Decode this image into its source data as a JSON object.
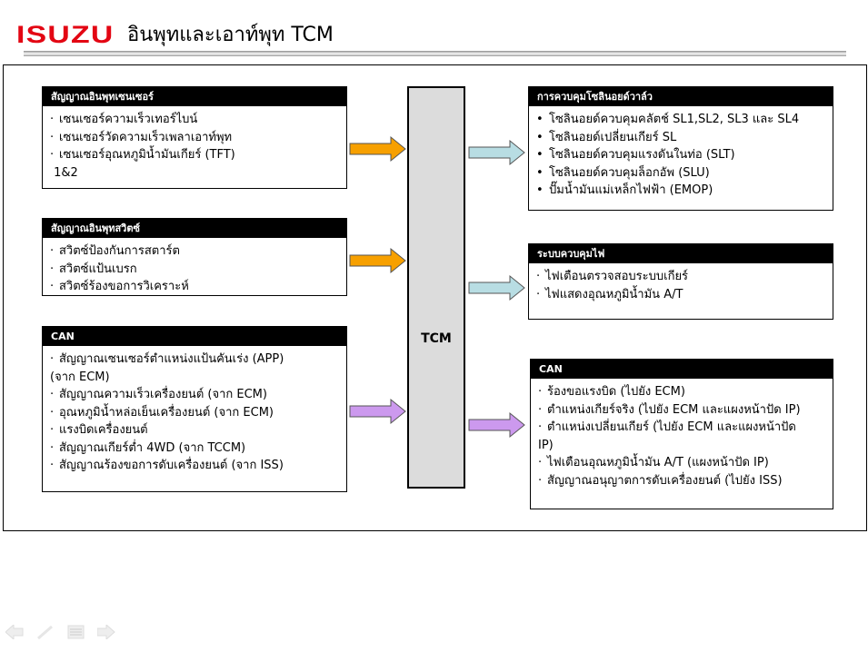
{
  "header": {
    "logo": "ISUZU",
    "title": "อินพุทและเอาท์พุท TCM",
    "logo_color": "#e30613"
  },
  "center": {
    "label": "TCM",
    "fill": "#dcdcdc"
  },
  "inputs": [
    {
      "title": "สัญญาณอินพุทเซนเซอร์",
      "items": [
        "เซนเซอร์ความเร็วเทอร์ไบน์",
        "เซนเซอร์วัดความเร็วเพลาเอาท์พุท",
        "เซนเซอร์อุณหภูมิน้ำมันเกียร์ (TFT)\n 1&2"
      ],
      "arrow_color": "#f7a000"
    },
    {
      "title": "สัญญาณอินพุทสวิตซ์",
      "items": [
        "สวิตซ์ป้องกันการสตาร์ต",
        "สวิตซ์แป้นเบรก",
        "สวิตซ์ร้องขอการวิเคราะห์"
      ],
      "arrow_color": "#f7a000"
    },
    {
      "title": "CAN",
      "items": [
        "สัญญาณเซนเซอร์ตำแหน่งแป้นคันเร่ง (APP)\n(จาก ECM)",
        "สัญญาณความเร็วเครื่องยนต์ (จาก ECM)",
        "อุณหภูมิน้ำหล่อเย็นเครื่องยนต์ (จาก ECM)",
        "แรงบิดเครื่องยนต์",
        "สัญญาณเกียร์ต่ำ 4WD (จาก TCCM)",
        "สัญญาณร้องขอการดับเครื่องยนต์ (จาก ISS)"
      ],
      "arrow_color": "#cc99ee"
    }
  ],
  "outputs": [
    {
      "title": "การควบคุมโซลินอยด์วาล์ว",
      "bullet_style": "dot",
      "items": [
        "โซลินอยด์ควบคุมคลัตช์ SL1,SL2, SL3 และ SL4",
        "โซลินอยด์เปลี่ยนเกียร์ SL",
        "โซลินอยด์ควบคุมแรงดันในท่อ (SLT)",
        "โซลินอยด์ควบคุมล็อกอัพ (SLU)",
        "ปั๊มน้ำมันแม่เหล็กไฟฟ้า (EMOP)"
      ],
      "arrow_color": "#b8dde3"
    },
    {
      "title": "ระบบควบคุมไฟ",
      "bullet_style": "tick",
      "items": [
        "ไฟเตือนตรวจสอบระบบเกียร์",
        "ไฟแสดงอุณหภูมิน้ำมัน A/T"
      ],
      "arrow_color": "#b8dde3"
    },
    {
      "title": "CAN",
      "bullet_style": "tick",
      "items": [
        "ร้องขอแรงบิด (ไปยัง ECM)",
        "ตำแหน่งเกียร์จริง (ไปยัง ECM และแผงหน้าปัด IP)",
        "ตำแหน่งเปลี่ยนเกียร์ (ไปยัง ECM และแผงหน้าปัด\nIP)",
        "ไฟเตือนอุณหภูมิน้ำมัน A/T (แผงหน้าปัด IP)",
        "สัญญาณอนุญาตการดับเครื่องยนต์ (ไปยัง ISS)"
      ],
      "arrow_color": "#cc99ee"
    }
  ],
  "navigation": [
    {
      "icon": "previous-arrow-icon"
    },
    {
      "icon": "pen-icon"
    },
    {
      "icon": "menu-icon"
    },
    {
      "icon": "next-arrow-icon"
    }
  ]
}
